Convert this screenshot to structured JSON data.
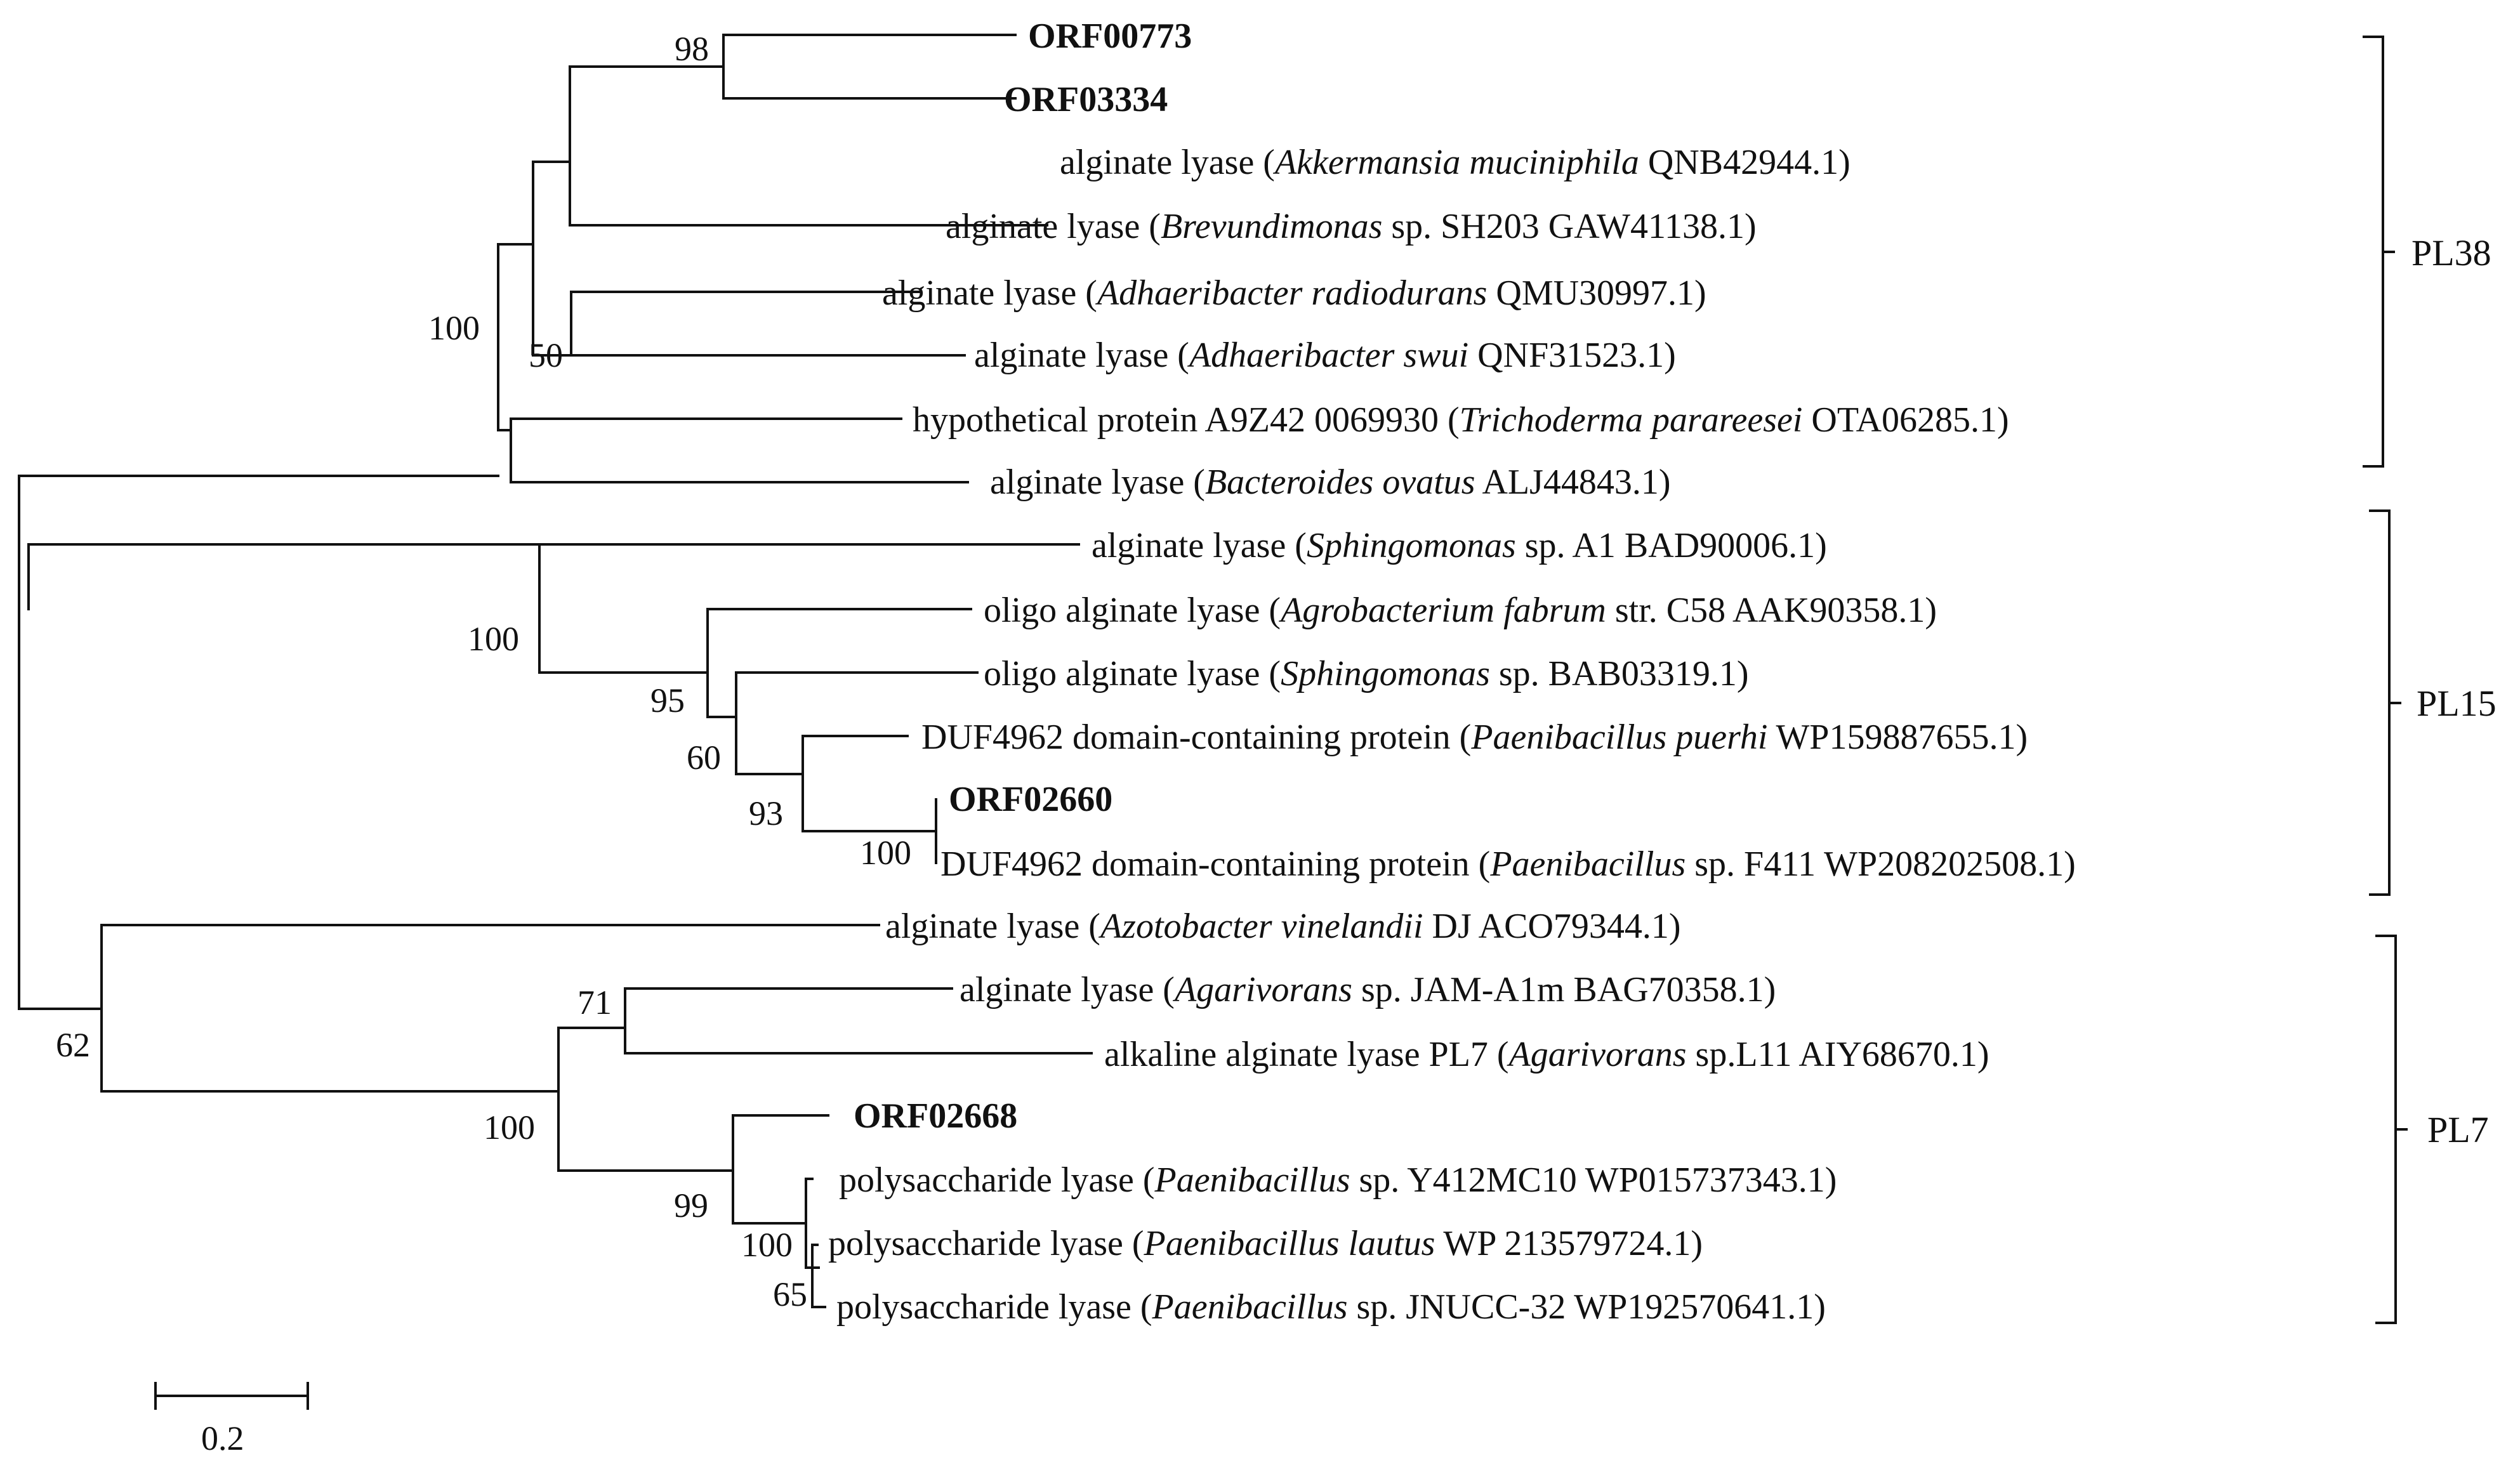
{
  "leaves": [
    {
      "parts": [
        {
          "t": "ORF00773",
          "b": true
        }
      ]
    },
    {
      "parts": [
        {
          "t": "ORF03334",
          "b": true
        }
      ]
    },
    {
      "parts": [
        {
          "t": "alginate lyase ("
        },
        {
          "t": "Akkermansia muciniphila",
          "i": true
        },
        {
          "t": " QNB42944.1)"
        }
      ]
    },
    {
      "parts": [
        {
          "t": "alginate lyase  ("
        },
        {
          "t": "Brevundimonas",
          "i": true
        },
        {
          "t": " sp. SH203 GAW41138.1)"
        }
      ]
    },
    {
      "parts": [
        {
          "t": "alginate lyase ("
        },
        {
          "t": "Adhaeribacter radiodurans",
          "i": true
        },
        {
          "t": " QMU30997.1)"
        }
      ]
    },
    {
      "parts": [
        {
          "t": "alginate lyase ("
        },
        {
          "t": "Adhaeribacter swui",
          "i": true
        },
        {
          "t": " QNF31523.1)"
        }
      ]
    },
    {
      "parts": [
        {
          "t": "hypothetical protein A9Z42 0069930 ("
        },
        {
          "t": "Trichoderma parareesei",
          "i": true
        },
        {
          "t": " OTA06285.1)"
        }
      ]
    },
    {
      "parts": [
        {
          "t": "alginate lyase ("
        },
        {
          "t": "Bacteroides ovatus",
          "i": true
        },
        {
          "t": " ALJ44843.1)"
        }
      ]
    },
    {
      "parts": [
        {
          "t": "alginate lyase ("
        },
        {
          "t": "Sphingomonas",
          "i": true
        },
        {
          "t": " sp. A1 BAD90006.1)"
        }
      ]
    },
    {
      "parts": [
        {
          "t": "oligo alginate lyase ("
        },
        {
          "t": "Agrobacterium fabrum",
          "i": true
        },
        {
          "t": " str. C58 AAK90358.1)"
        }
      ]
    },
    {
      "parts": [
        {
          "t": "oligo alginate lyase ("
        },
        {
          "t": "Sphingomonas",
          "i": true
        },
        {
          "t": " sp. BAB03319.1)"
        }
      ]
    },
    {
      "parts": [
        {
          "t": "DUF4962 domain-containing protein ("
        },
        {
          "t": "Paenibacillus puerhi",
          "i": true
        },
        {
          "t": " WP159887655.1)"
        }
      ]
    },
    {
      "parts": [
        {
          "t": "ORF02660",
          "b": true
        }
      ]
    },
    {
      "parts": [
        {
          "t": "DUF4962 domain-containing protein ("
        },
        {
          "t": "Paenibacillus",
          "i": true
        },
        {
          "t": " sp. F411 WP208202508.1)"
        }
      ]
    },
    {
      "parts": [
        {
          "t": "alginate lyase ("
        },
        {
          "t": "Azotobacter vinelandii",
          "i": true
        },
        {
          "t": " DJ ACO79344.1)"
        }
      ]
    },
    {
      "parts": [
        {
          "t": "alginate lyase ("
        },
        {
          "t": "Agarivorans",
          "i": true
        },
        {
          "t": " sp. JAM-A1m BAG70358.1)"
        }
      ]
    },
    {
      "parts": [
        {
          "t": "alkaline alginate lyase PL7 ("
        },
        {
          "t": "Agarivorans",
          "i": true
        },
        {
          "t": " sp.L11 AIY68670.1)"
        }
      ]
    },
    {
      "parts": [
        {
          "t": "ORF02668",
          "b": true
        }
      ]
    },
    {
      "parts": [
        {
          "t": "polysaccharide lyase ("
        },
        {
          "t": "Paenibacillus",
          "i": true
        },
        {
          "t": " sp. Y412MC10 WP015737343.1)"
        }
      ]
    },
    {
      "parts": [
        {
          "t": "polysaccharide lyase ("
        },
        {
          "t": "Paenibacillus lautus",
          "i": true
        },
        {
          "t": " WP 213579724.1)"
        }
      ]
    },
    {
      "parts": [
        {
          "t": "polysaccharide lyase ("
        },
        {
          "t": "Paenibacillus",
          "i": true
        },
        {
          "t": " sp. JNUCC-32 WP192570641.1)"
        }
      ]
    }
  ],
  "bootstrap": [
    "98",
    "100",
    "50",
    "100",
    "95",
    "60",
    "93",
    "100",
    "71",
    "62",
    "100",
    "99",
    "100",
    "65"
  ],
  "groups": [
    "PL38",
    "PL15",
    "PL7"
  ],
  "scale_bar": {
    "label": "0.2"
  }
}
